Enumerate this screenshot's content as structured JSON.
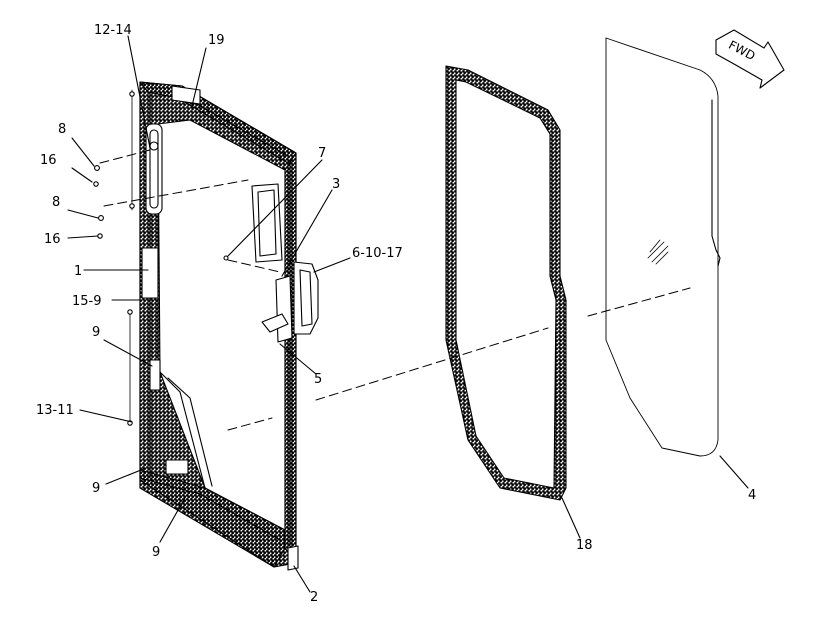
{
  "callouts": {
    "c12_14": "12-14",
    "c19": "19",
    "c8a": "8",
    "c16a": "16",
    "c8b": "8",
    "c16b": "16",
    "c1": "1",
    "c15_9": "15-9",
    "c9a": "9",
    "c13_11": "13-11",
    "c9b": "9",
    "c9c": "9",
    "c7": "7",
    "c3": "3",
    "c6_10_17": "6-10-17",
    "c5": "5",
    "c2": "2",
    "c18": "18",
    "c4": "4"
  },
  "fwd_arrow": {
    "label": "FWD"
  }
}
